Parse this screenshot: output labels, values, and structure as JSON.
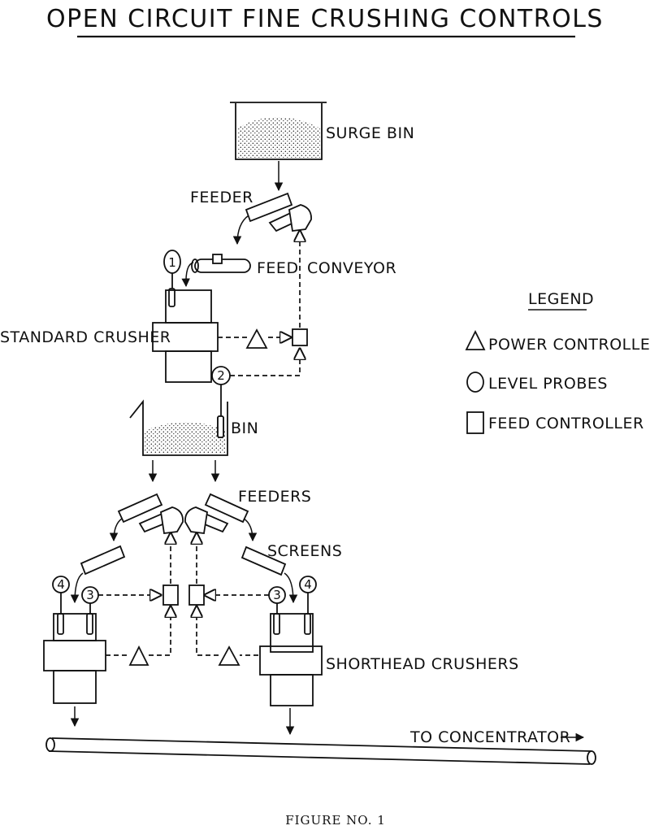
{
  "title": "OPEN CIRCUIT FINE CRUSHING CONTROLS",
  "caption": "FIGURE NO. 1",
  "labels": {
    "surge_bin": "SURGE BIN",
    "feeder": "FEEDER",
    "feed_conveyor_a": "FEED",
    "feed_conveyor_b": "CONVEYOR",
    "standard_crusher": "STANDARD CRUSHER",
    "bin": "BIN",
    "feeders": "FEEDERS",
    "screens": "SCREENS",
    "shorthead_crushers": "SHORTHEAD CRUSHERS",
    "to_concentrator": "TO CONCENTRATOR"
  },
  "probes": {
    "p1": "1",
    "p2": "2",
    "p3_left": "3",
    "p4_left": "4",
    "p3_right": "3",
    "p4_right": "4"
  },
  "legend": {
    "title": "LEGEND",
    "items": [
      {
        "symbol": "triangle",
        "label": "POWER CONTROLLER"
      },
      {
        "symbol": "circle",
        "label": "LEVEL PROBES"
      },
      {
        "symbol": "square",
        "label": "FEED CONTROLLER"
      }
    ]
  }
}
